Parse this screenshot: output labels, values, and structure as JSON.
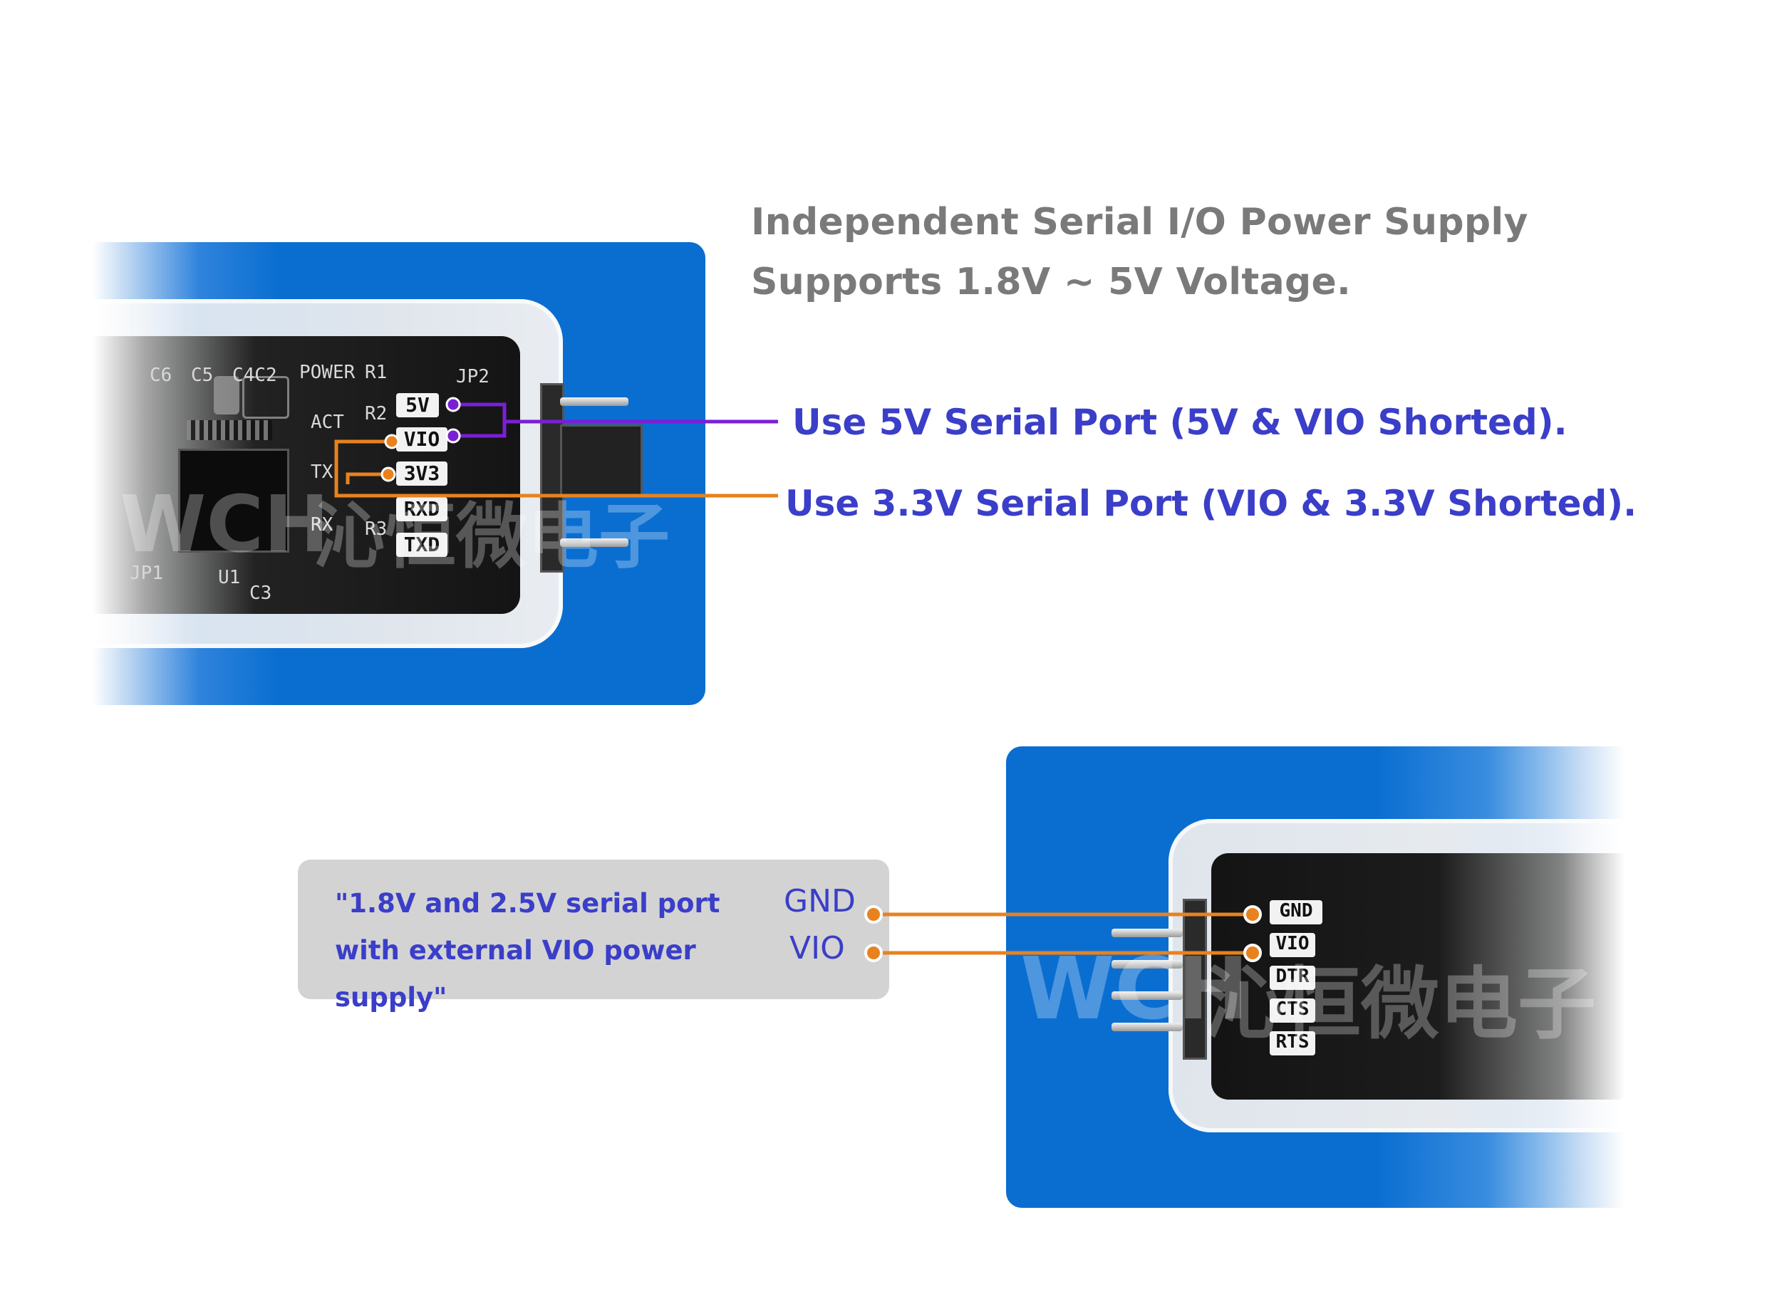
{
  "headline": {
    "line1": "Independent Serial I/O Power Supply",
    "line2": "Supports 1.8V ~ 5V Voltage."
  },
  "callouts": {
    "five_volt": "Use 5V Serial Port (5V & VIO Shorted).",
    "three_volt": "Use 3.3V Serial Port (VIO & 3.3V Shorted)."
  },
  "top_board": {
    "pins": [
      "5V",
      "VIO",
      "3V3",
      "RXD",
      "TXD"
    ],
    "silkscreen": [
      "C6",
      "C5",
      "C4C2",
      "POWER",
      "R1",
      "JP2",
      "R2",
      "ACT",
      "TX",
      "RX",
      "R3",
      "JP1",
      "U1",
      "C3"
    ]
  },
  "note": {
    "text": "\"1.8V and 2.5V serial port with external VIO power supply\"",
    "gnd": "GND",
    "vio": "VIO"
  },
  "bottom_board": {
    "pins": [
      "GND",
      "VIO",
      "DTR",
      "CTS",
      "RTS"
    ]
  },
  "watermark": {
    "logo": "WCH",
    "text_top": "沁恒微电子",
    "text_bottom": "沁恒微电子"
  },
  "colors": {
    "purple_line": "#7a1fd6",
    "orange_line": "#e8821e",
    "callout_text": "#3a3ec8",
    "headline_text": "#7a7a7a",
    "panel_blue": "#0a6ed1"
  }
}
